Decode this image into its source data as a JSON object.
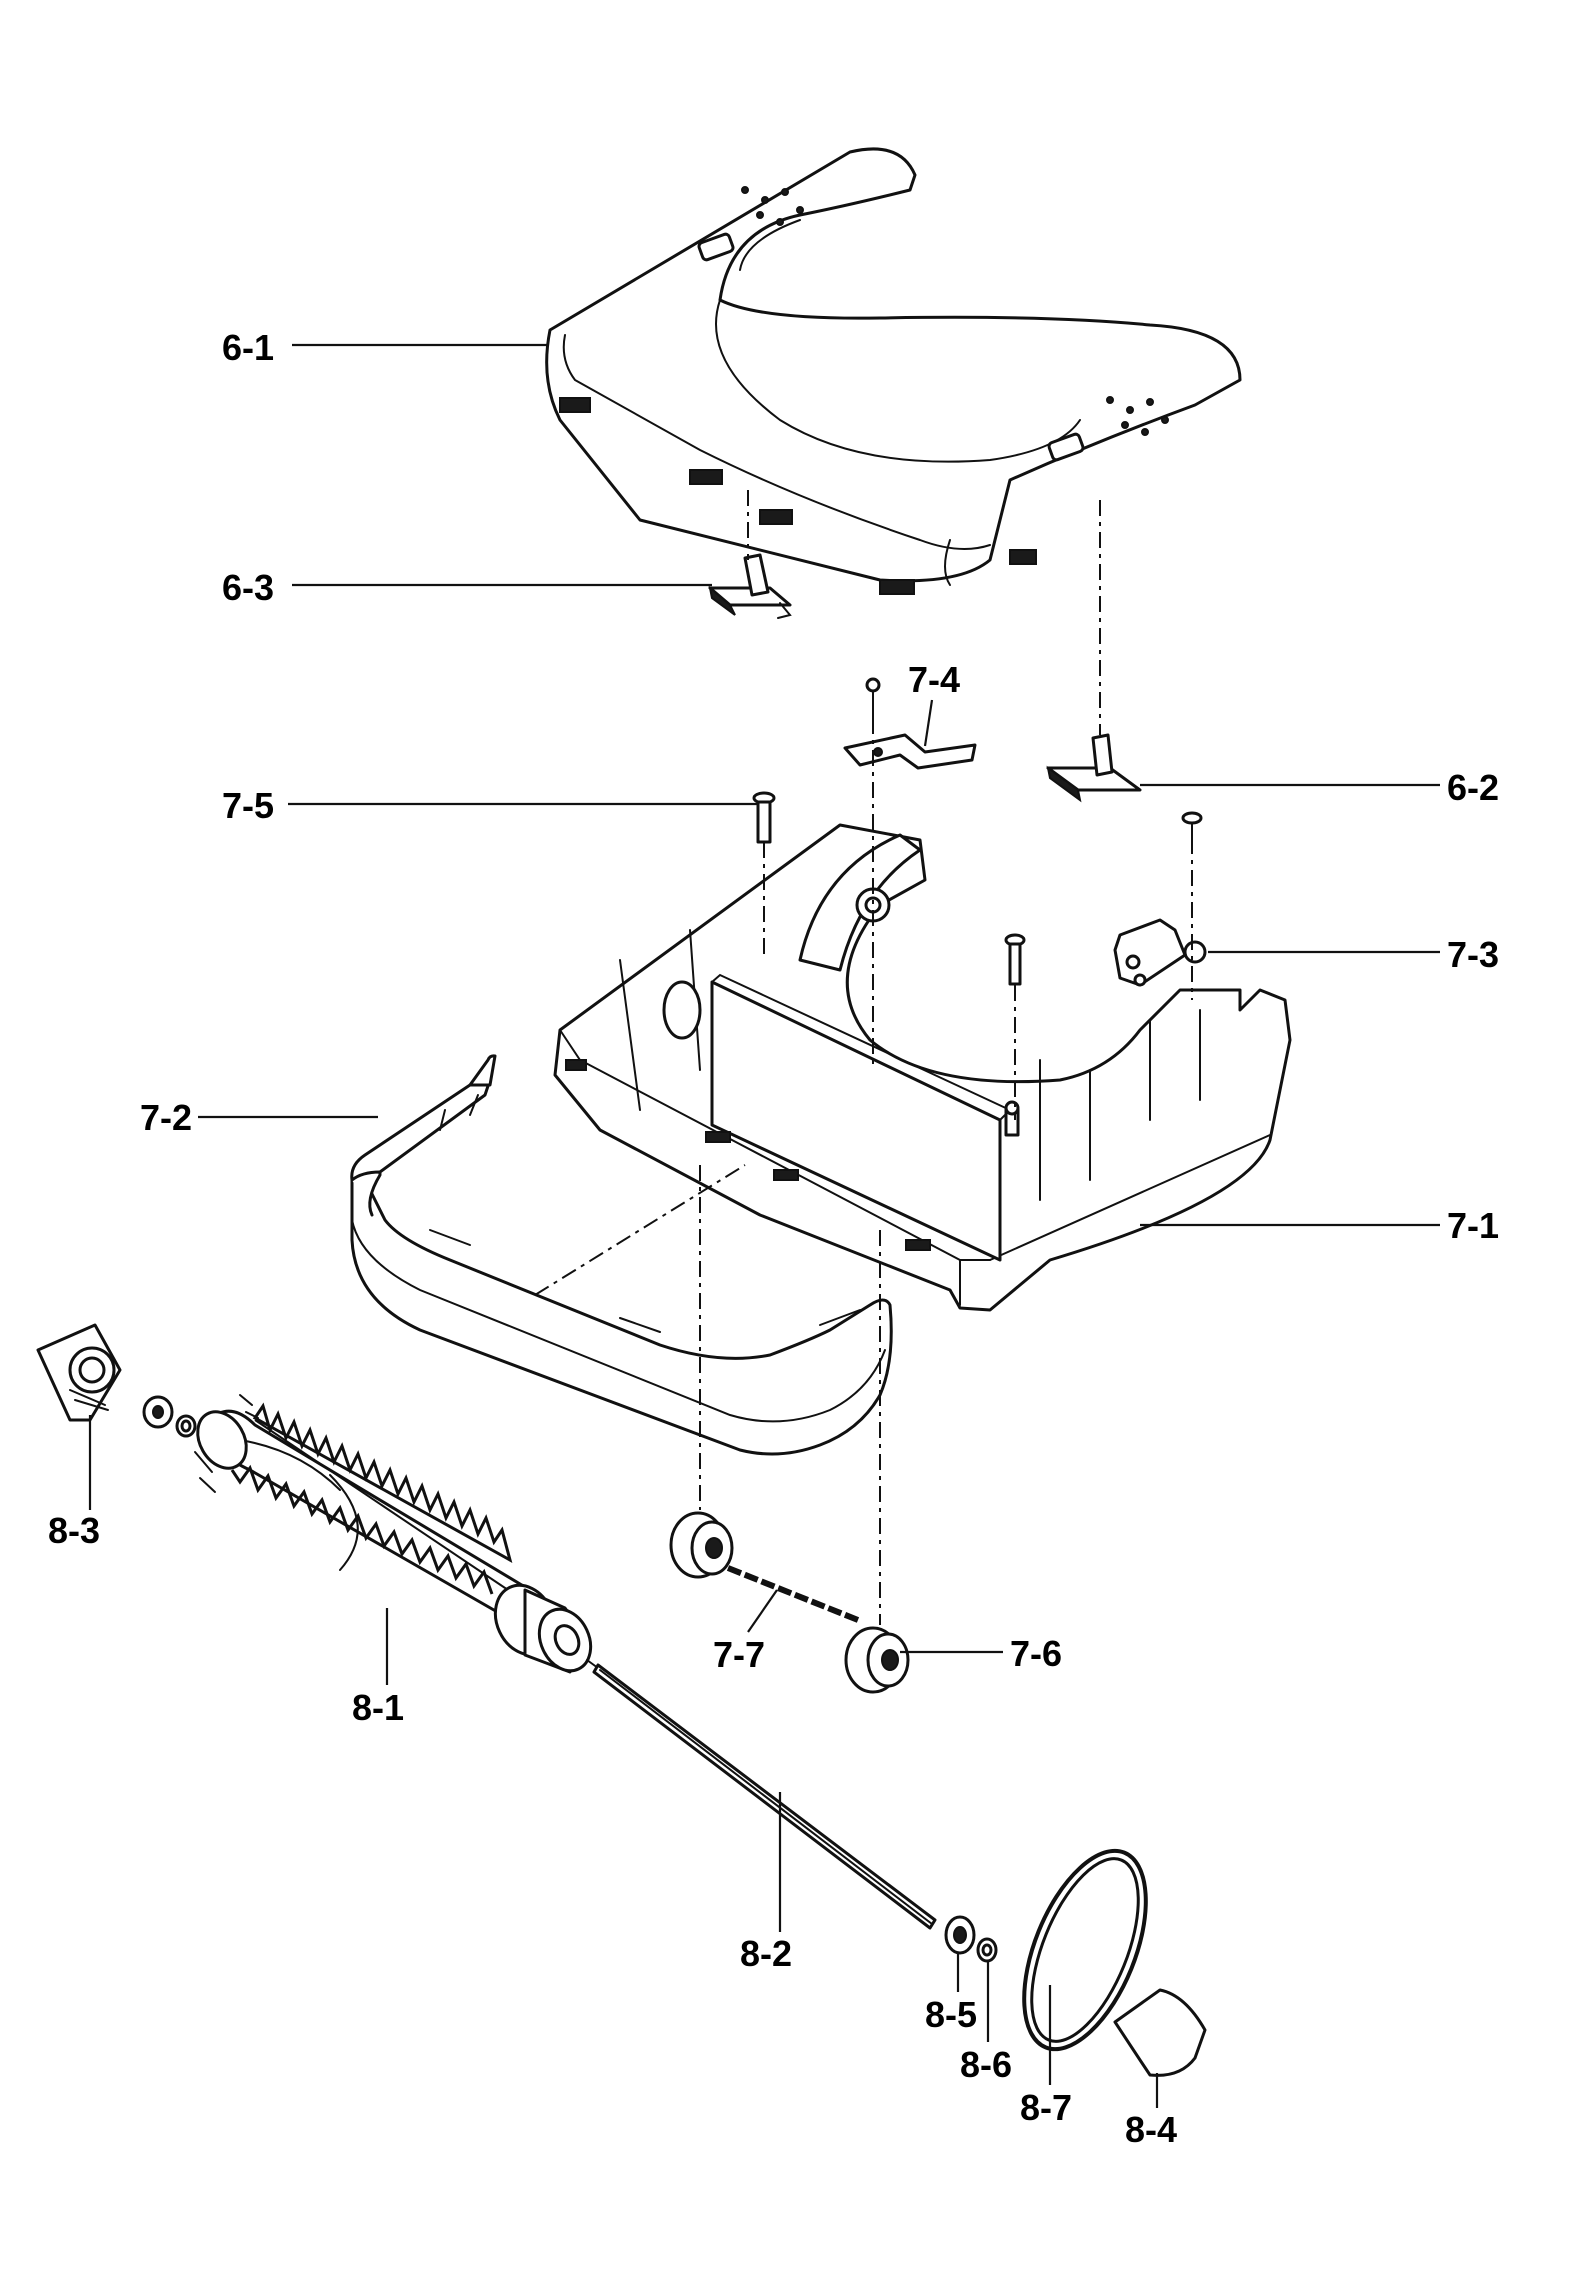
{
  "labels": {
    "p6_1": "6-1",
    "p6_2": "6-2",
    "p6_3": "6-3",
    "p7_1": "7-1",
    "p7_2": "7-2",
    "p7_3": "7-3",
    "p7_4": "7-4",
    "p7_5": "7-5",
    "p7_6": "7-6",
    "p7_7": "7-7",
    "p8_1": "8-1",
    "p8_2": "8-2",
    "p8_3": "8-3",
    "p8_4": "8-4",
    "p8_5": "8-5",
    "p8_6": "8-6",
    "p8_7": "8-7"
  },
  "colors": {
    "ink": "#111111",
    "paper": "#ffffff"
  }
}
